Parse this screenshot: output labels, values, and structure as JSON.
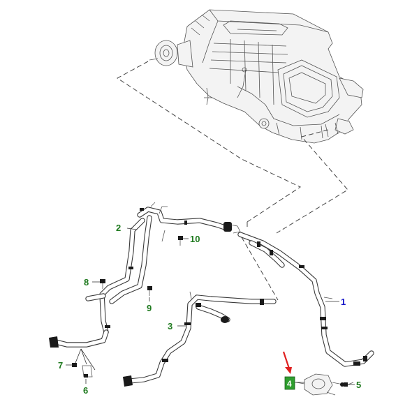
{
  "callouts": [
    {
      "id": "c1",
      "text": "1",
      "color": "#1414c8"
    },
    {
      "id": "c2",
      "text": "2",
      "color": "#1f7a1f"
    },
    {
      "id": "c3",
      "text": "3",
      "color": "#1f7a1f"
    },
    {
      "id": "c4",
      "text": "4",
      "color": "#1f7a1f"
    },
    {
      "id": "c5",
      "text": "5",
      "color": "#1f7a1f"
    },
    {
      "id": "c6",
      "text": "6",
      "color": "#1f7a1f"
    },
    {
      "id": "c7",
      "text": "7",
      "color": "#1f7a1f"
    },
    {
      "id": "c8",
      "text": "8",
      "color": "#1f7a1f"
    },
    {
      "id": "c9",
      "text": "9",
      "color": "#1f7a1f"
    },
    {
      "id": "c10",
      "text": "10",
      "color": "#1f7a1f"
    }
  ],
  "highlight_box_color": "#2f9e2f",
  "arrow_color": "#e02020"
}
